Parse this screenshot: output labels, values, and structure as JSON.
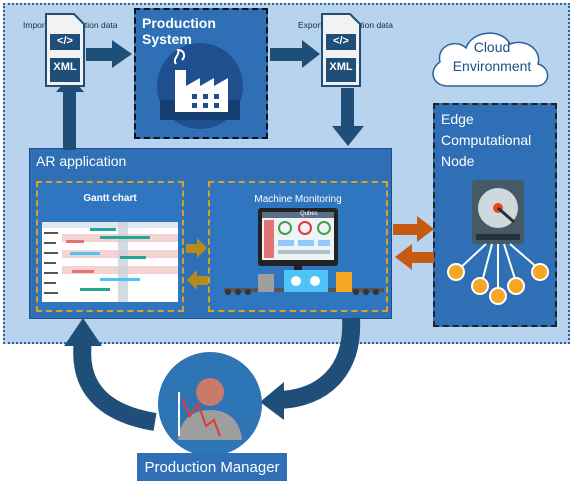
{
  "labels": {
    "imported": "Imported production data",
    "exported": "Exported production data",
    "production_system": "Production System",
    "cloud_environment": "Cloud Environment",
    "edge_node": "Edge Computational Node",
    "ar_application": "AR application",
    "gantt_chart": "Gantt chart",
    "machine_monitoring": "Machine Monitoring",
    "qubes": "Qubes",
    "production_manager": "Production Manager",
    "xml": "XML",
    "code_tag": "</>"
  },
  "colors": {
    "cloud_bg": "#b8d3ee",
    "box_blue": "#2e6fb5",
    "arrow_dark": "#1f4e79",
    "arrow_orange": "#c55a11",
    "panel_border": "#d9a321"
  }
}
